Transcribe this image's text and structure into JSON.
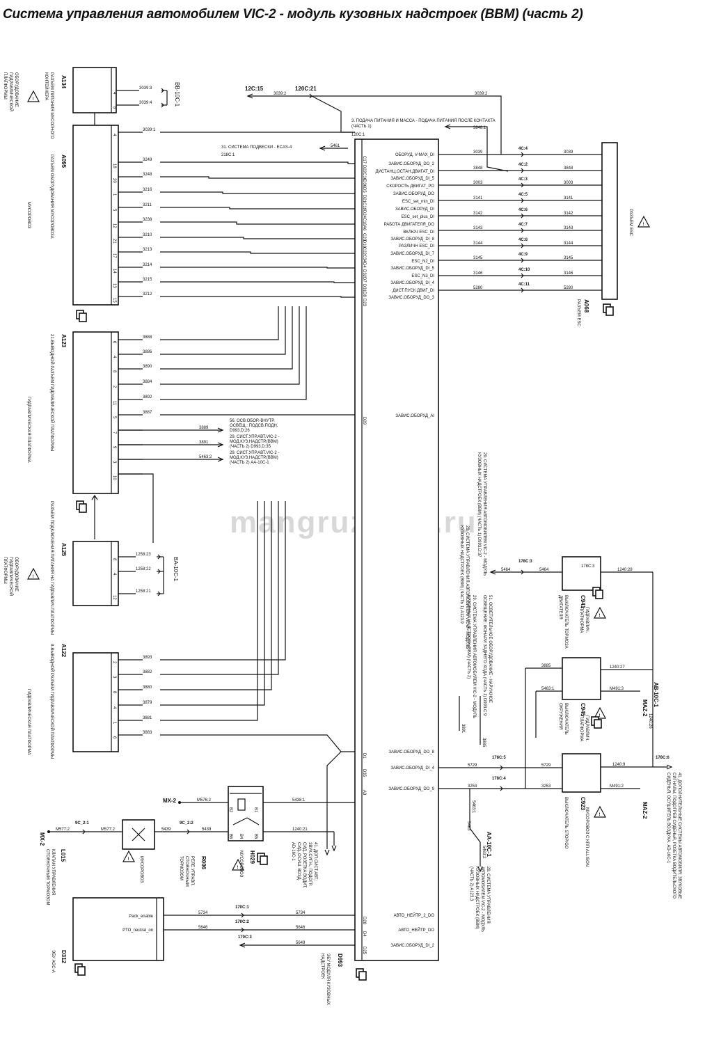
{
  "title": "Система управления автомобилем VIC-2 - модуль кузовных надстроек (BBM) (часть 2)",
  "watermark": "mangruzovik.ru",
  "modules": {
    "a134": {
      "id": "A134",
      "desc": "РАЗЪЕМ ПИТАНИЯ МУСОРНОГО КОНТЕЙНЕРА",
      "note": "ОБОРУДОВАНИЕ ГИДРАВЛИЧЕСКОЙ ПЛАТФОРМЫ"
    },
    "a095": {
      "id": "A095",
      "desc": "РАЗЪЕМ ОБОРУДОВАНИЯ МУСОРОВОЗА",
      "note": "МУСОРОВОЗ"
    },
    "a123": {
      "id": "A123",
      "desc": "21-ВЫВОДНОЙ РАЗЪЕМ ГИДРАВЛИЧЕСКОЙ ПЛАТФОРМЫ",
      "note": "ГИДРАВЛИЧЕСКАЯ ПЛАТФОРМА"
    },
    "a125": {
      "id": "A125",
      "desc": "РАЗЪЕМ ПОДКЛЮЧЕНИЯ ПИТАНИЯ НА ГИДРАВЛИЧ.ПЛАТФОРМЫ",
      "note": "ОБОРУДОВАНИЕ ГИДРАВЛИЧЕСКОЙ ПЛАТФОРМЫ"
    },
    "a122": {
      "id": "A122",
      "desc": "9-ВЫВОДНОЙ РАЗЪЕМ ГИДРАВЛИЧЕСКОЙ ПЛАТФОРМЫ",
      "note": "ГИДРАВЛИЧЕСКАЯ ПЛАТФОРМА"
    },
    "a068": {
      "id": "A068",
      "desc": "РАЗЪЕМ ESC",
      "side": "РАЗЪЕМ ESC"
    },
    "d993": {
      "id": "D993",
      "desc": "ЭБУ МОДУЛЯ КУЗОВНЫХ НАДСТРОЕК"
    },
    "d312": {
      "id": "D312",
      "desc": "ЭБУ AGC-A",
      "pin1": "Pack_enable",
      "pin2": "PTO_neutral_on"
    },
    "l015": {
      "id": "L015",
      "desc": "КЛАПАН УПРАВЛЕНИЯ СТОЯНОЧНЫМ ТОРМОЗОМ",
      "note": "МУСОРОВОЗ"
    },
    "r006": {
      "id": "R006",
      "desc": "РЕЛЕ УПРАВЛ. СТОЯНОЧНЫМ ТОРМОЗОМ"
    },
    "h029": {
      "id": "H029",
      "desc": "МУСОРОВОЗ"
    },
    "c941": {
      "id": "C941",
      "desc": "ВЫКЛЮЧАТЕЛЬ ТОРМОЗА ДВИГАТЕЛЯ",
      "note": "ГИДРАВЛИЧ. ПЛАТФОРМА"
    },
    "c945": {
      "id": "C945",
      "desc": "ВЫКЛЮЧАТЕЛЬ ОКРУЖЕНИЯ",
      "note": "ГИДРАВЛИЧ. ПЛАТФОРМА"
    },
    "c923": {
      "id": "C923",
      "desc": "ВЫКЛЮЧАТЕЛЬ STOP/GO",
      "note": "МУСОРОВОЗ С КПП ALLISON"
    }
  },
  "a134_pins": [
    "4",
    "8"
  ],
  "a134_wires": [
    "3039:3",
    "3039:4"
  ],
  "a134_conn": "BB-10C-1",
  "a095_pins": [
    "4",
    "18",
    "20",
    "1",
    "5",
    "12",
    "21",
    "17",
    "14",
    "13",
    "15"
  ],
  "a095_wires": [
    "3039:1",
    "3249",
    "3248",
    "3216",
    "3211",
    "3238",
    "3210",
    "3213",
    "3214",
    "3215",
    "3212"
  ],
  "a123_pins": [
    "6",
    "4",
    "8",
    "2",
    "11",
    "5",
    "7",
    "9",
    "3",
    "10"
  ],
  "a123_wires": [
    "3888",
    "3886",
    "3890",
    "3884",
    "3892",
    "3887"
  ],
  "a123_out": [
    {
      "wire": "3889",
      "text": "56. ОСВ.ОБОР.-ВНУТР. ОСВЕЩ.: ПОДСВ.ПОДН. D993.D:26"
    },
    {
      "wire": "3891",
      "text": "29. СИСТ.УПР.АВТ.VIC-2 - МОД.КУЗ.НАДСТР.(ВВМ) (ЧАСТЬ 2) D993.D:35"
    },
    {
      "wire": "5463:2",
      "text": "29. СИСТ.УПР.АВТ.VIC-2 - МОД.КУЗ.НАДСТР.(ВВМ) (ЧАСТЬ 2) AA-10C-1"
    }
  ],
  "a125_pins": [
    "8",
    "4",
    "12"
  ],
  "a125_wires": [
    "1258:23",
    "1258:22",
    "1258:21"
  ],
  "a125_conn": "BA-10C-1",
  "a122_pins": [
    "2",
    "3",
    "8",
    "4",
    "1",
    "6"
  ],
  "a122_wires": [
    "3893",
    "3882",
    "3880",
    "3879",
    "3881",
    "3883"
  ],
  "top": {
    "c12": "12C:15",
    "w30392": "3039:2",
    "c120": "120C:21",
    "w30392b": "3039:2",
    "note3": "3. ПОДАЧА ПИТАНИЯ И МАССА - ПОДАЧА ПИТАНИЯ ПОСЛЕ КОНТАКТА (ЧАСТЬ 1)",
    "note3b": "120C:1",
    "w3848": "3848:1",
    "note31": "31. СИСТЕМА ПОДВЕСКИ - ECAS-4",
    "note31b": "218C:1",
    "w5461": "5461"
  },
  "d993_pins": [
    {
      "pin": "C17",
      "label": "ОБОРУД. V-MAX_DI"
    },
    {
      "pin": "D22",
      "label": "ЗАВИС.ОБОРУД_DO_2"
    },
    {
      "pin": "C16",
      "label": "ДИСТАНЦ.ОСТАН.ДВИГАТ_DI"
    },
    {
      "pin": "D36",
      "label": "ЗАВИС.ОБОРУД_DI_5"
    },
    {
      "pin": "D5",
      "label": "СКОРОСТЬ ДВИГАТ_PO"
    },
    {
      "pin": "D21",
      "label": "ЗАВИС.ОБОРУД_DO"
    },
    {
      "pin": "C19",
      "label": "ESC_set_min_DI"
    },
    {
      "pin": "D24",
      "label": "ЗАВИС.ОБОРУД_DI"
    },
    {
      "pin": "C18",
      "label": "ESC_set_plus_DI"
    },
    {
      "pin": "A6",
      "label": "РАБОТА ДВИГАТЕЛЯ_DO"
    },
    {
      "pin": "C20",
      "label": "ВКЛЮЧ ESC_DI"
    },
    {
      "pin": "D16",
      "label": "ЗАВИС.ОБОРУД_DI_8"
    },
    {
      "pin": "C22",
      "label": "РАЗЛИЧН ESC_DI"
    },
    {
      "pin": "C34",
      "label": "ЗАВИС.ОБОРУД_DI_7"
    },
    {
      "pin": "D4",
      "label": "ESC_N2_DI"
    },
    {
      "pin": "D32",
      "label": "ЗАВИС.ОБОРУД_DI_5"
    },
    {
      "pin": "D7",
      "label": "ESC_N3_DI"
    },
    {
      "pin": "D31",
      "label": "ЗАВИС.ОБОРУД_DI_4"
    },
    {
      "pin": "D8",
      "label": "ДИСТ.ПУСК ДВИГ_DI"
    },
    {
      "pin": "D23",
      "label": "ЗАВИС.ОБОРУД_DO_3"
    },
    {
      "pin": "D29",
      "label": "ЗАВИС.ОБОРУД_AI"
    },
    {
      "pin": "D1",
      "label": "ЗАВИС.ОБОРУД_DO_8"
    },
    {
      "pin": "D35",
      "label": "ЗАВИС.ОБОРУД_DI_4"
    },
    {
      "pin": "A3",
      "label": "ЗАВИС.ОБОРУД_DO_9"
    },
    {
      "pin": "D28",
      "label": "АВТО_НЕЙТР_2_DO"
    },
    {
      "pin": "D4",
      "label": "АВТО_НЕЙТР_DO"
    },
    {
      "pin": "D25",
      "label": "ЗАВИС.ОБОРУД_DI_2"
    }
  ],
  "esc_rows": [
    {
      "left": "3039",
      "conn": "4C:4",
      "right": "3039",
      "pin": "4"
    },
    {
      "left": "3848",
      "conn": "4C:2",
      "right": "3848",
      "pin": "2"
    },
    {
      "left": "3003",
      "conn": "4C:3",
      "right": "3003",
      "pin": "3"
    },
    {
      "left": "3141",
      "conn": "4C:5",
      "right": "3141",
      "pin": "5"
    },
    {
      "left": "3142",
      "conn": "4C:6",
      "right": "3142",
      "pin": "6"
    },
    {
      "left": "3143",
      "conn": "4C:7",
      "right": "3143",
      "pin": "7"
    },
    {
      "left": "3144",
      "conn": "4C:8",
      "right": "3144",
      "pin": "8"
    },
    {
      "left": "3145",
      "conn": "4C:9",
      "right": "3145",
      "pin": "9"
    },
    {
      "left": "3146",
      "conn": "4C:10",
      "right": "3146",
      "pin": "10"
    },
    {
      "left": "5280",
      "conn": "4C:11",
      "right": "5280",
      "pin": "11"
    }
  ],
  "right": {
    "c178_3": "178C:3",
    "w5464a": "5464",
    "w5464b": "5464",
    "w1240_28": "1240:28",
    "note29a": "29. СИСТЕМА УПРАВЛЕНИЯ АВТОМОБИЛЕМ VIC-2 - МОДУЛЬ КУЗОВНЫХ НАДСТРОЕК (ВВМ) (ЧАСТЬ 1) D993.D:37",
    "note29b": "29. СИСТЕМА УПРАВЛЕНИЯ АВТОМОБИЛЕМ VIC-2 - МОДУЛЬ КУЗОВНЫХ НАДСТРОЕК (ВВМ) (ЧАСТЬ 1) A123.9",
    "note51": "51. ОСВЕТИТЕЛЬНОЕ ОБОРУДОВАНИЕ - НАРУЖНОЕ ОСВЕЩЕНИЕ: ФОНАРИ ЗАДНЕГО ХОДА (ЧАСТЬ 1) D993.C:9",
    "note29c": "29. СИСТЕМА УПРАВЛЕНИЯ АВТОМОБИЛЕМ VIC-2 - МОДУЛЬ КУЗОВНЫХ НАДСТРОЕК (ВВМ) (ЧАСТЬ 2)",
    "ab10c1": "AB-10C-1",
    "w3885": "3885",
    "w1240_27": "1240:27",
    "w5463_1": "5463:1",
    "m491_3": "M491:3",
    "maz2a": "MAZ-2",
    "w1240_26": "1240:26",
    "w3891": "3891",
    "w3885b": "3885",
    "c178_5": "178C:5",
    "w5729a": "5729",
    "w5729b": "5729",
    "w1240_9": "1240:9",
    "c178_6": "178C:6",
    "c178_4": "178C:4",
    "w3253a": "3253",
    "w3253b": "3253",
    "m491_2": "M491:2",
    "maz2b": "MAZ-2",
    "note41r": "41. ДОПОЛНИТЕЛЬНЫЕ СИСТЕМЫ АВТОМОБИЛЯ: ЗВУКОВЫЕ СИГНАЛЫ, ПОДОГРЕВ СИДЕНЬЯ, РОЗЕТКА ВОДИТЕЛЬСКОГО СИДЕНЬЯ, ОСУШИТЕЛЬ ВОЗДУХА. AD-16C-1",
    "w5463_1b": "5463:1",
    "aa10c1": "AA-10C-1",
    "w5463": "5463",
    "w5463_2": "5463:2",
    "note29d": "29. СИСТЕМА УПРАВЛЕНИЯ АВТОМОБИЛЕМ VIC-2 - МОДУЛЬ КУЗОВНЫХ НАДСТРОЕК (ВВМ) (ЧАСТЬ 2) A123.3"
  },
  "bottom": {
    "mx2a": "MX-2",
    "m576": "M576:2",
    "w5438": "5438:1",
    "mx2b": "MX-2",
    "m577_2": "M577:2",
    "c9_1": "9C_2:1",
    "m577_2b": "M577:2",
    "w5439a": "5439",
    "c9_2": "9C_2:2",
    "w5439b": "5439",
    "w1240_21": "1240:21",
    "note41": "41. ДОП.СИСТ.АВТ.: ЗВУК.СИГН., ПОДОГР. СИД.,РОЗЕТКА ВОДИТ. СИД.,ОСУШ. ВОЗД. AD-16C-1",
    "w5734a": "5734",
    "c170_1": "170C:1",
    "w5734b": "5734",
    "w5646a": "5646",
    "c170_2": "170C:2",
    "w5646b": "5646",
    "c170_3": "170C:3",
    "w5649": "5649",
    "relay_pins": [
      "B2",
      "B1",
      "B6",
      "B4",
      "B5"
    ]
  }
}
